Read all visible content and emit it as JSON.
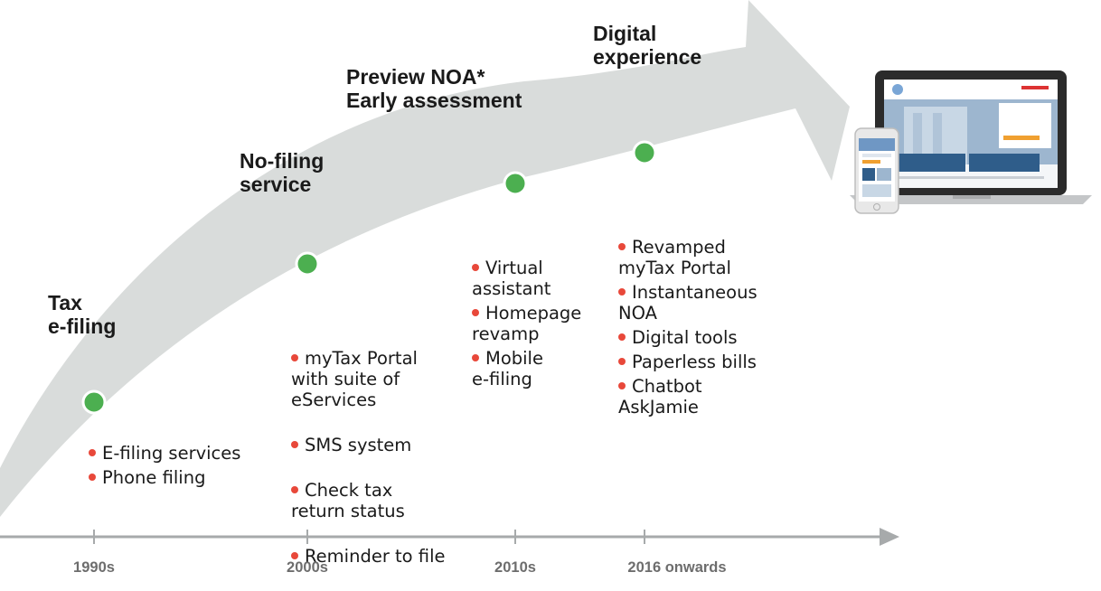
{
  "milestones": [
    {
      "title": "Tax\ne-filing"
    },
    {
      "title": "No-filing\nservice"
    },
    {
      "title": "Preview NOA*\nEarly assessment"
    },
    {
      "title": "Digital\nexperience"
    }
  ],
  "stages": [
    {
      "items": [
        "E-filing services",
        "Phone filing"
      ]
    },
    {
      "items": [
        "myTax Portal\nwith suite of\neServices",
        "SMS system",
        "Check tax\nreturn status",
        "Reminder to file"
      ]
    },
    {
      "items": [
        "Virtual\nassistant",
        "Homepage\nrevamp",
        "Mobile\ne-filing"
      ]
    },
    {
      "items": [
        "Revamped\nmyTax Portal",
        "Instantaneous\nNOA",
        "Digital tools",
        "Paperless bills",
        "Chatbot\nAskJamie"
      ]
    }
  ],
  "timeline": {
    "periods": [
      "1990s",
      "2000s",
      "2010s",
      "2016 onwards"
    ]
  },
  "colors": {
    "arrow": "#d9dcdb",
    "node_fill": "#4caf50",
    "node_ring": "#ffffff",
    "bullet": "#e8483a",
    "axis": "#a7aaab",
    "period_text": "#6d6d6d"
  },
  "icons": [
    "laptop-icon",
    "smartphone-icon"
  ]
}
